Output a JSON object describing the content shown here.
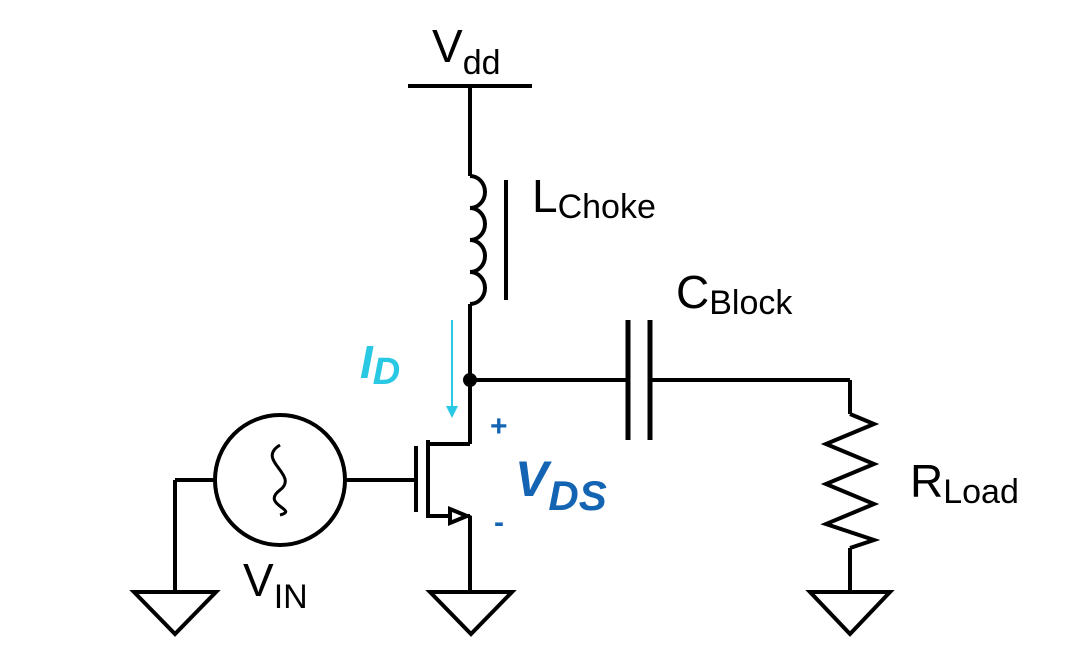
{
  "diagram": {
    "title": "",
    "colors": {
      "wire": "#000000",
      "current": "#29C8E3",
      "voltage": "#1464B4"
    },
    "labels": {
      "vdd": {
        "main": "V",
        "sub": "dd"
      },
      "choke": {
        "main": "L",
        "sub": "Choke"
      },
      "block": {
        "main": "C",
        "sub": "Block"
      },
      "load": {
        "main": "R",
        "sub": "Load"
      },
      "vin": {
        "main": "V",
        "sub": "IN"
      },
      "id": {
        "main": "I",
        "sub": "D"
      },
      "vds": {
        "main": "V",
        "sub": "DS"
      },
      "plus": "+",
      "minus": "-"
    }
  }
}
